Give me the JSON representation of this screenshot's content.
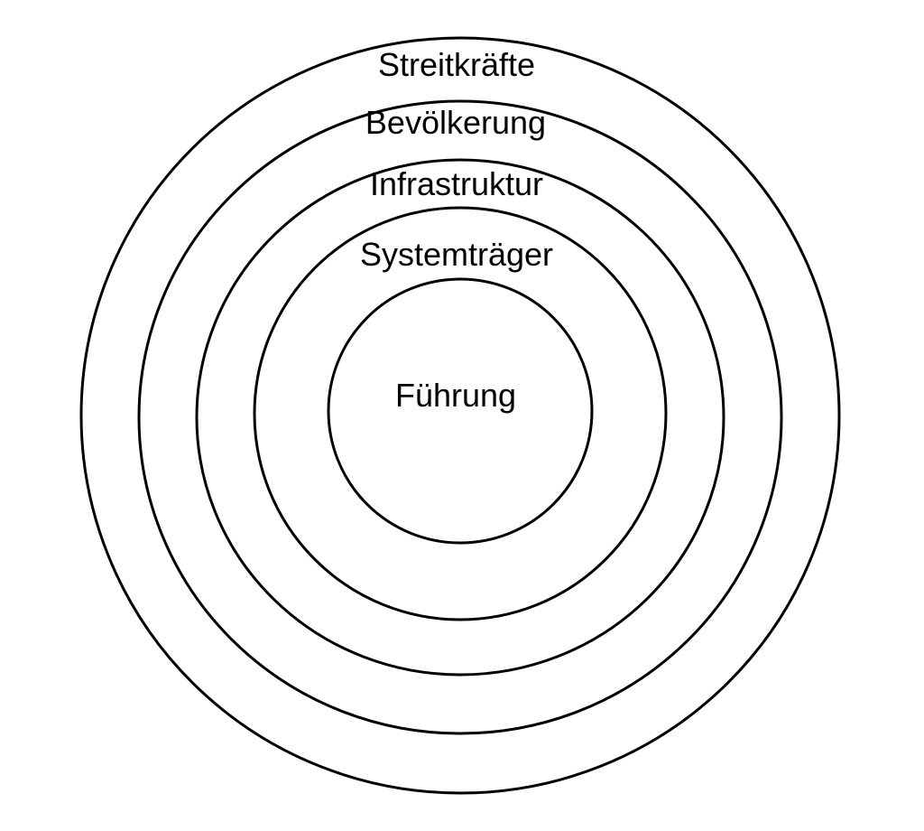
{
  "diagram": {
    "type": "concentric-rings",
    "line_color": "#000000",
    "background_color": "#ffffff",
    "rings": [
      {
        "label": "Streitkräfte"
      },
      {
        "label": "Bevölkerung"
      },
      {
        "label": "Infrastruktur"
      },
      {
        "label": "Systemträger"
      },
      {
        "label": "Führung"
      }
    ]
  }
}
